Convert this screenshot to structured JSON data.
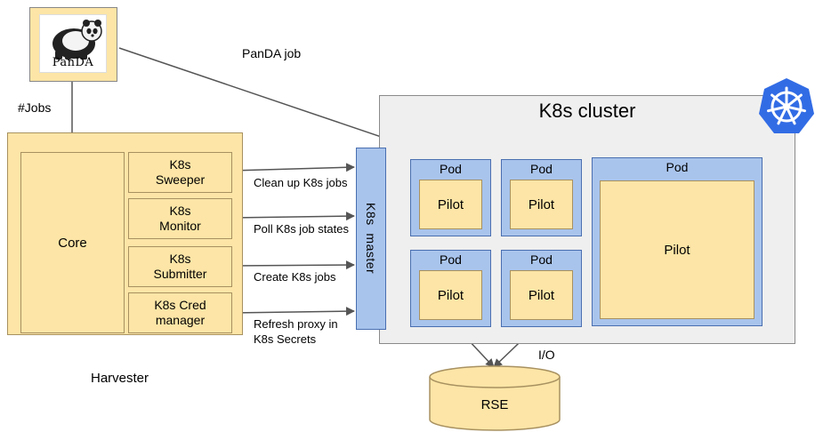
{
  "panda": {
    "logo_text": "PanDA"
  },
  "labels": {
    "panda_job": "PanDA job",
    "jobs": "#Jobs",
    "harvester": "Harvester",
    "io": "I/O"
  },
  "harvester": {
    "core": "Core",
    "sweeper": [
      "K8s",
      "Sweeper"
    ],
    "monitor": [
      "K8s",
      "Monitor"
    ],
    "submitter": [
      "K8s",
      "Submitter"
    ],
    "cred": [
      "K8s Cred",
      "manager"
    ]
  },
  "edges": {
    "cleanup": "Clean up K8s jobs",
    "poll": "Poll K8s job states",
    "create": "Create K8s jobs",
    "refresh": [
      "Refresh proxy in",
      "K8s Secrets"
    ]
  },
  "master": "K8s  master",
  "cluster": {
    "title": "K8s cluster",
    "pod": "Pod",
    "pilot": "Pilot"
  },
  "storage": "RSE",
  "colors": {
    "yellow_fill": "#fce5a6",
    "blue_fill": "#a9c4ec",
    "cluster_fill": "#efefef",
    "k8s_logo": "#326ce5"
  },
  "icons": {
    "k8s_logo": "kubernetes-helm-wheel-icon",
    "panda_logo": "panda-icon"
  }
}
